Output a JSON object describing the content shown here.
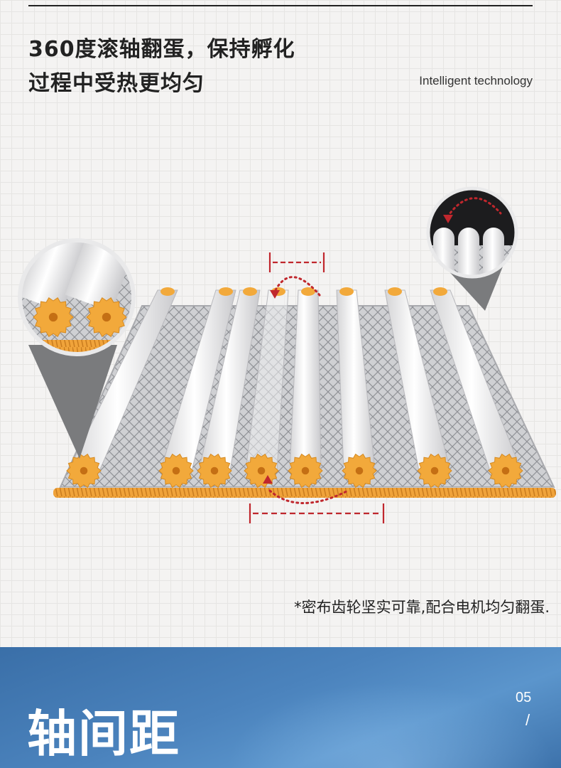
{
  "headline": {
    "line1": "360度滚轴翻蛋，保持孵化",
    "line2": "过程中受热更均匀"
  },
  "tagline": "Intelligent technology",
  "caption": "*密布齿轮坚实可靠,配合电机均匀翻蛋.",
  "footer": {
    "title": "轴间距",
    "page_number": "05",
    "slash": "/"
  },
  "colors": {
    "accent_orange": "#f2a93b",
    "arrow_red": "#c0272d",
    "footer_blue": "#3f77b2"
  },
  "icons": [
    "rotate-arrow-icon",
    "spacing-bracket-icon"
  ]
}
